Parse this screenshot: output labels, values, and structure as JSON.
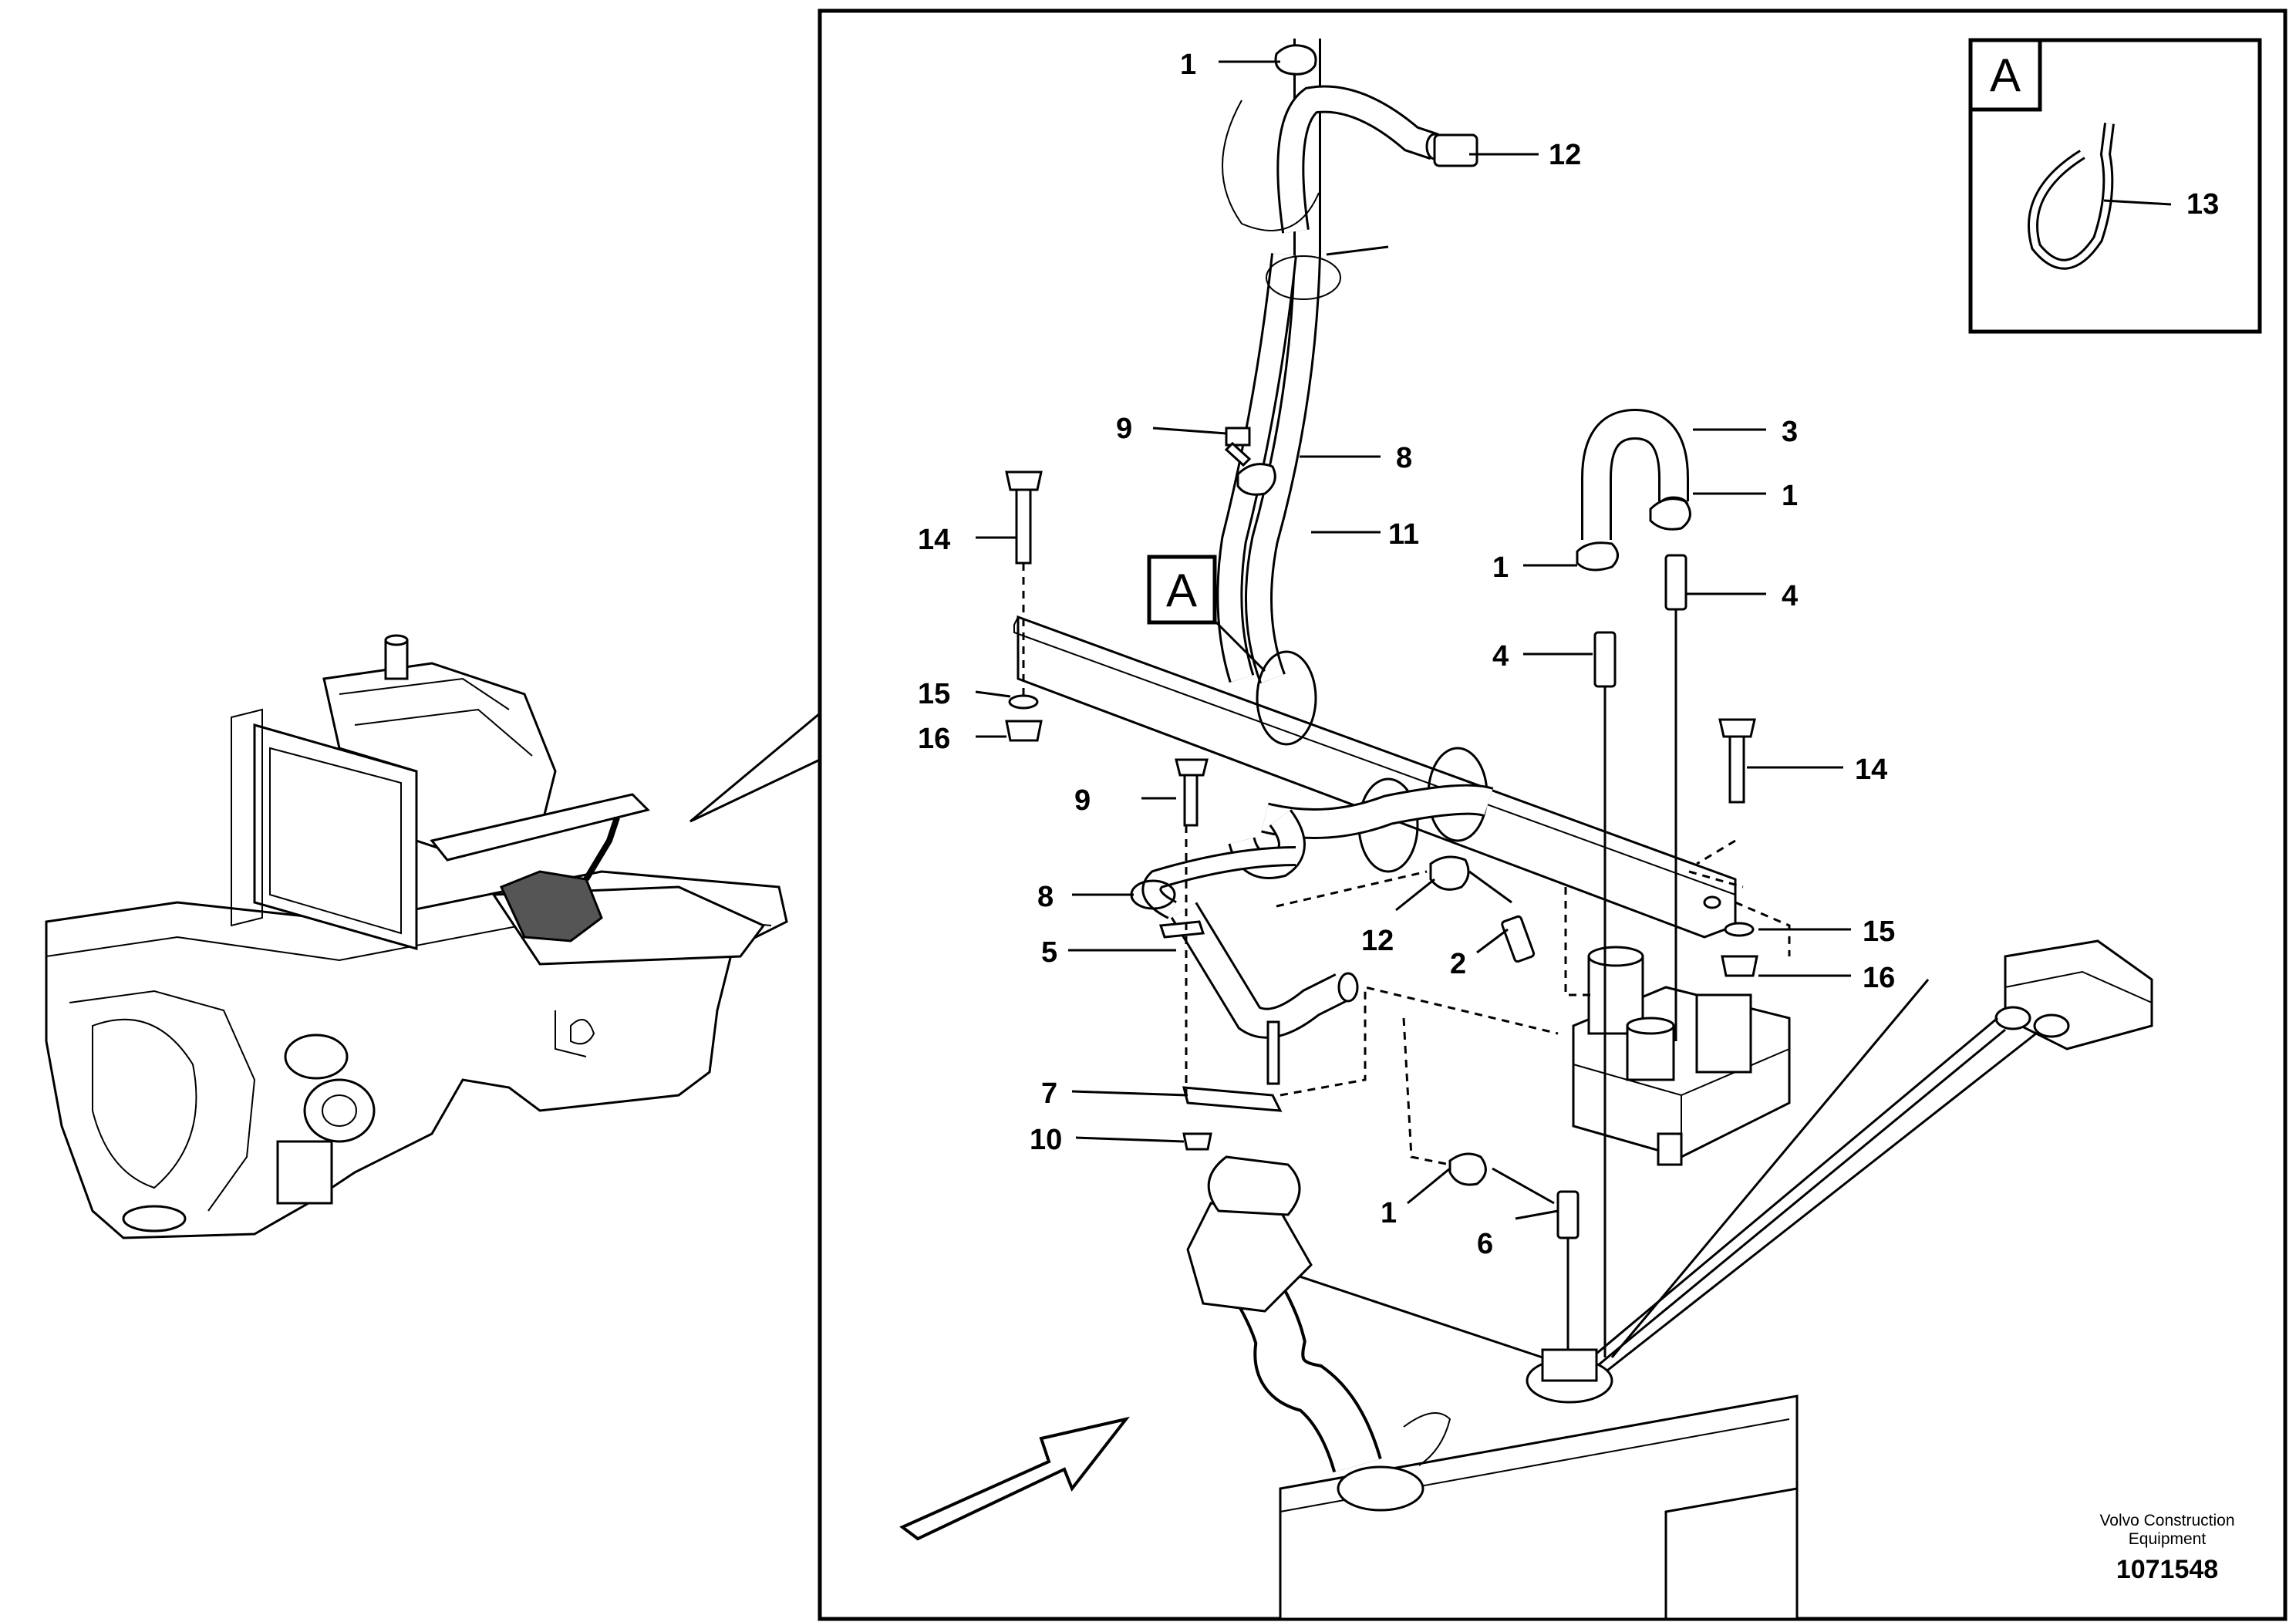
{
  "detail_marker": "A",
  "callouts": {
    "c1a": "1",
    "c12a": "12",
    "c9a": "9",
    "c8a": "8",
    "c11": "11",
    "c14a": "14",
    "c15a": "15",
    "c16a": "16",
    "c3": "3",
    "c1b": "1",
    "c1c": "1",
    "c4a": "4",
    "c4b": "4",
    "c14b": "14",
    "c9b": "9",
    "c8b": "8",
    "c12b": "12",
    "c2": "2",
    "c15b": "15",
    "c16b": "16",
    "c5": "5",
    "c7": "7",
    "c10": "10",
    "c1d": "1",
    "c6": "6",
    "c13": "13"
  },
  "credit": {
    "line1": "Volvo Construction",
    "line2": "Equipment",
    "drawing_number": "1071548"
  }
}
